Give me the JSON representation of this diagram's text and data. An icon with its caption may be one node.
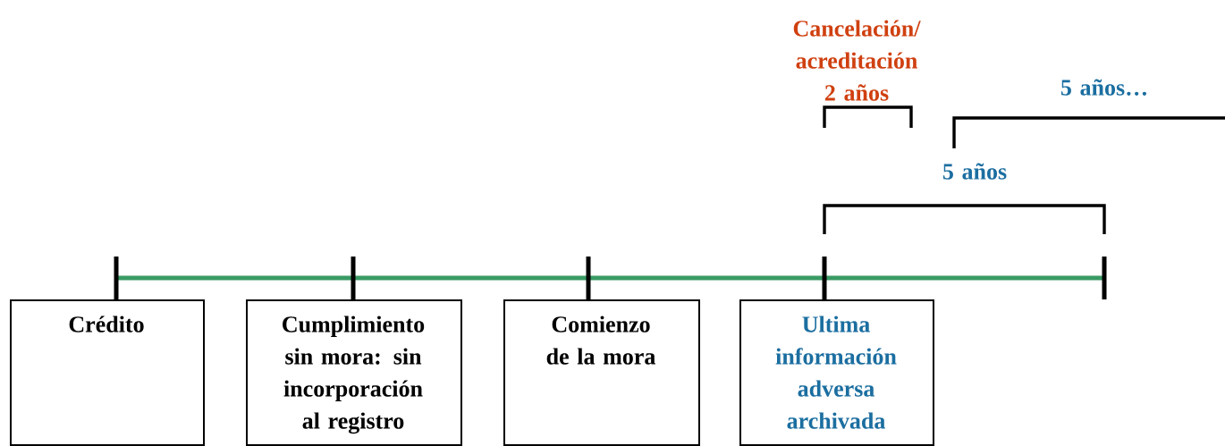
{
  "diagram": {
    "nodes": [
      {
        "text": [
          "Crédito"
        ]
      },
      {
        "text": [
          "Cumplimiento sin mora: sin incorporación al registro"
        ]
      },
      {
        "text": [
          "Comienzo de la mora"
        ]
      },
      {
        "text": [
          "Ultima información adversa archivada"
        ]
      }
    ],
    "labels": [
      "Cancelación/ acreditación 2 años",
      "5 años…",
      "5 años"
    ]
  }
}
